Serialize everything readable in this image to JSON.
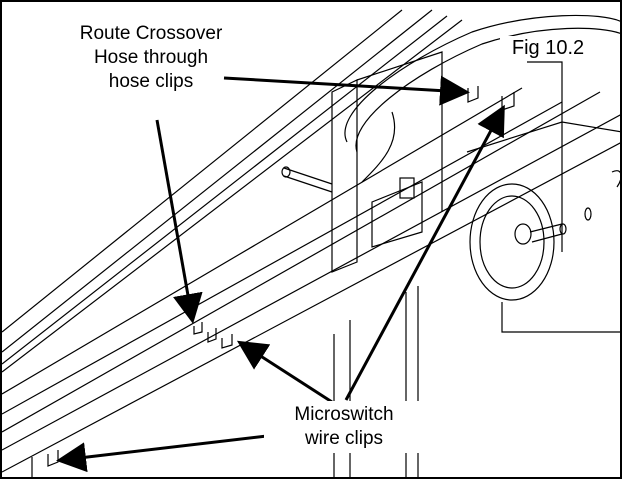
{
  "figure_label": "Fig 10.2",
  "callouts": {
    "route_hose": [
      "Route Crossover",
      "Hose through",
      "hose clips"
    ],
    "microswitch": [
      "Microswitch",
      "wire clips"
    ]
  },
  "colors": {
    "ink": "#000000",
    "paper": "#ffffff"
  }
}
